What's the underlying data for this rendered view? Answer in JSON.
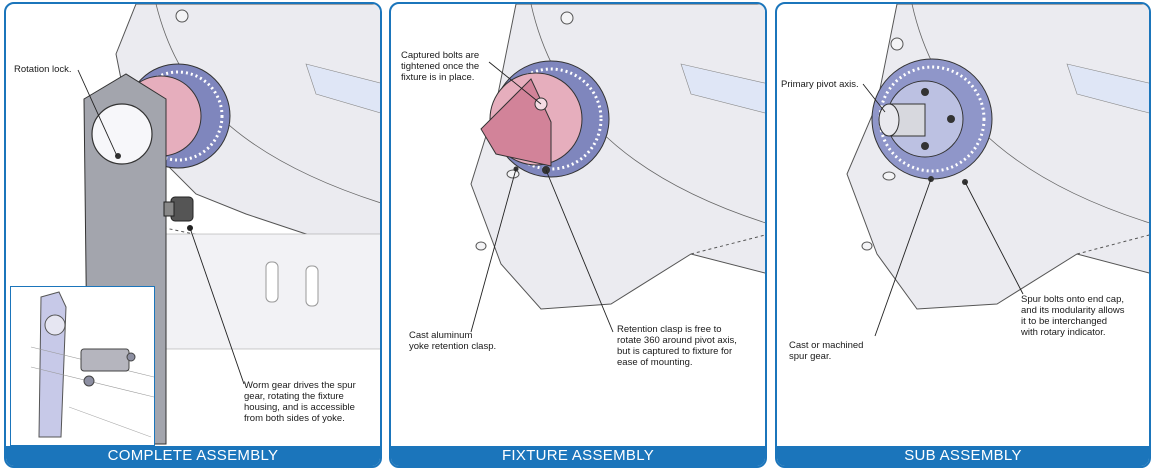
{
  "panels": [
    {
      "caption": "COMPLETE ASSEMBLY",
      "callouts": {
        "rotation_lock": "Rotation lock.",
        "worm_gear": "Worm gear drives the spur\ngear, rotating the fixture\nhousing, and  is accessible\nfrom both sides of yoke."
      }
    },
    {
      "caption": "FIXTURE ASSEMBLY",
      "callouts": {
        "captured_bolts": "Captured bolts are\ntightened once the\nfixture is in place.",
        "cast_aluminum": "Cast aluminum\nyoke retention clasp.",
        "retention_clasp": "Retention clasp is free to\nrotate 360 around pivot axis,\nbut is captured to fixture for\nease of mounting."
      }
    },
    {
      "caption": "SUB ASSEMBLY",
      "callouts": {
        "primary_pivot": "Primary pivot axis.",
        "cast_or_machined": "Cast or machined\nspur gear.",
        "spur_bolts": "Spur bolts onto end cap,\nand its modularity allows\nit to be interchanged\nwith rotary indicator."
      }
    }
  ],
  "colors": {
    "frame_blue": "#1b75bb",
    "housing_grey": "#e6e6ec",
    "clasp_pink": "#e6aebd",
    "gear_blue": "#8f96c9",
    "yoke_grey": "#9ea0a8"
  }
}
